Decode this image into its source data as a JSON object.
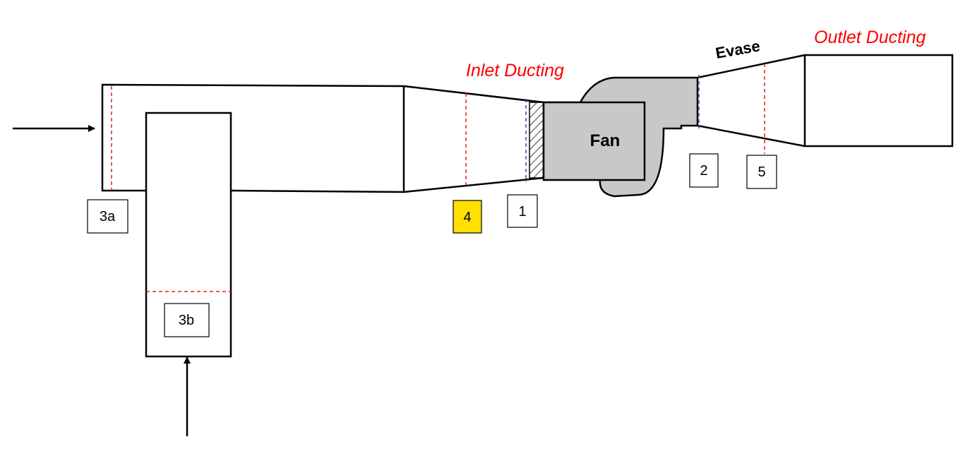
{
  "labels": {
    "inlet_ducting": "Inlet Ducting",
    "outlet_ducting": "Outlet Ducting",
    "evase": "Evase",
    "fan": "Fan"
  },
  "stations": [
    {
      "id": "3a",
      "label": "3a",
      "highlight": false
    },
    {
      "id": "3b",
      "label": "3b",
      "highlight": false
    },
    {
      "id": "4",
      "label": "4",
      "highlight": true
    },
    {
      "id": "1",
      "label": "1",
      "highlight": false
    },
    {
      "id": "2",
      "label": "2",
      "highlight": false
    },
    {
      "id": "5",
      "label": "5",
      "highlight": false
    }
  ],
  "colors": {
    "duct_stroke": "#000000",
    "fan_fill": "#c8c8c8",
    "plane_red": "#e02020",
    "plane_purple": "#7030a0",
    "label_red": "#ff0000",
    "highlight": "#ffe000"
  }
}
